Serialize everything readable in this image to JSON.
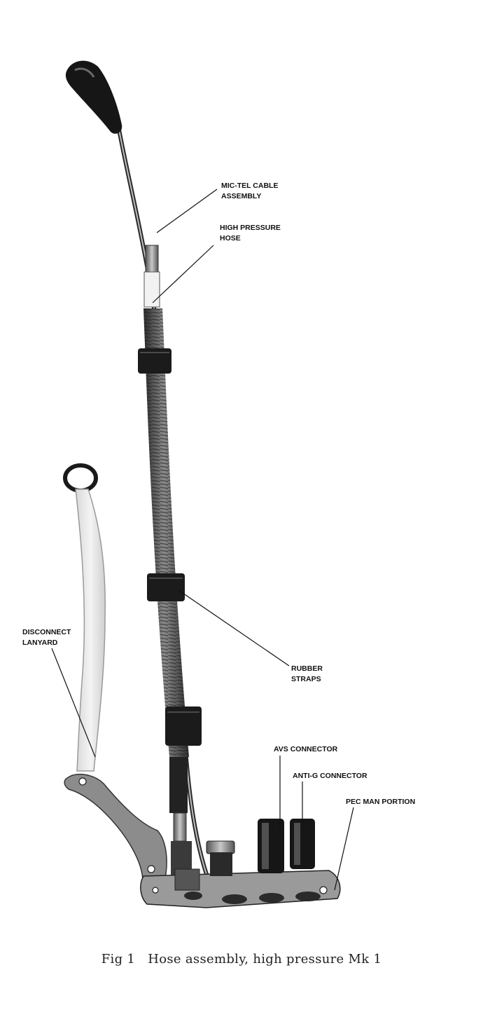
{
  "figure": {
    "labels": {
      "mic_tel_cable": [
        "MIC-TEL CABLE",
        "ASSEMBLY"
      ],
      "high_pressure_hose": [
        "HIGH PRESSURE",
        "HOSE"
      ],
      "disconnect_lanyard": [
        "DISCONNECT",
        "LANYARD"
      ],
      "rubber_straps": [
        "RUBBER",
        "STRAPS"
      ],
      "avs_connector": [
        "AVS CONNECTOR"
      ],
      "anti_g_connector": [
        "ANTI-G CONNECTOR"
      ],
      "pec_man_portion": [
        "PEC MAN PORTION"
      ]
    },
    "caption": "Fig 1   Hose assembly, high pressure Mk 1"
  }
}
